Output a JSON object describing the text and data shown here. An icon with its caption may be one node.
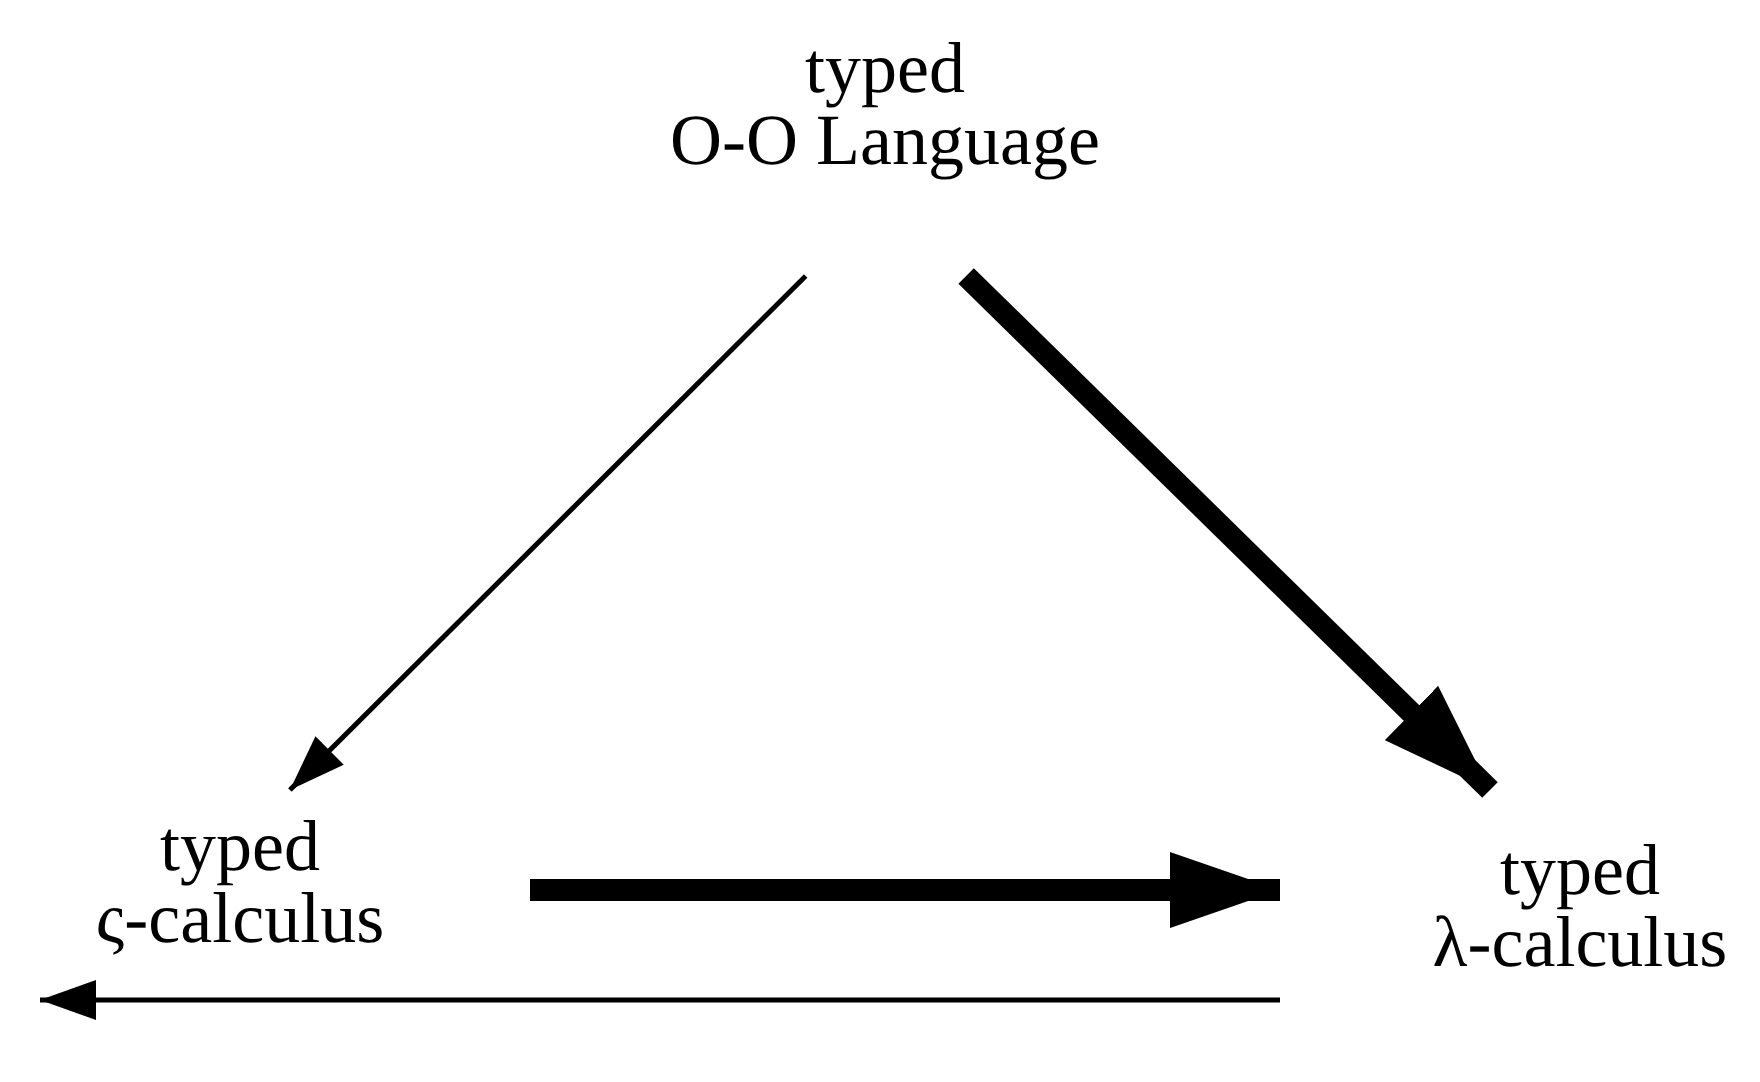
{
  "diagram": {
    "nodes": [
      {
        "text": [
          "typed O-O Language"
        ]
      },
      {
        "text": [
          "typed ς-calculus"
        ]
      },
      {
        "text": [
          "typed λ-calculus"
        ]
      }
    ],
    "edges": [
      {
        "from": 0,
        "to": 1,
        "arrow": "to"
      },
      {
        "from": 0,
        "to": 2,
        "arrow": "to",
        "style": "thick"
      },
      {
        "from": 1,
        "to": 2,
        "arrow": "to",
        "style": "thick"
      },
      {
        "from": 2,
        "to": 1,
        "arrow": "to"
      }
    ]
  }
}
